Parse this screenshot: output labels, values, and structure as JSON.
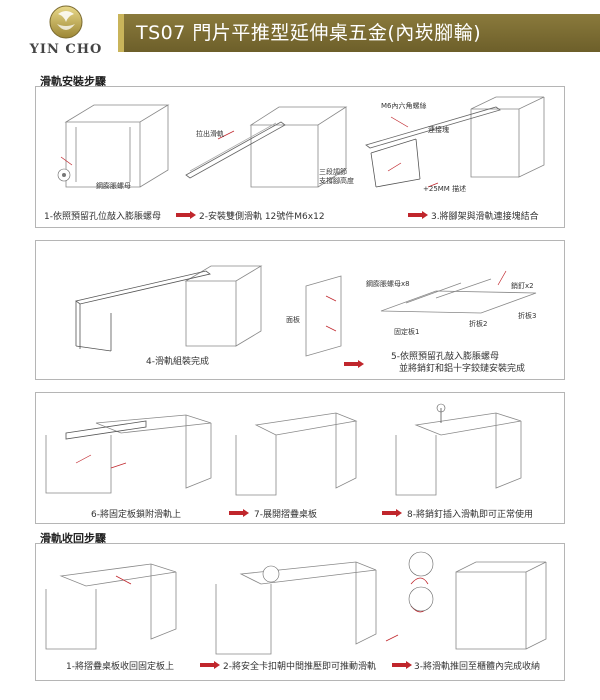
{
  "brand": {
    "name": "YIN CHO",
    "accent": "#7a6a30",
    "red": "#c0262c"
  },
  "header": {
    "title": "TS07 門片平推型延伸桌五金(內崁腳輪)"
  },
  "sections": {
    "install": "滑軌安裝步驟",
    "retract": "滑軌收回步驟"
  },
  "panel1": {
    "steps": [
      "1-依照預留孔位敲入膨脹螺母",
      "2-安裝雙側滑軌 12號件M6x12",
      "3.將腳架與滑軌連接塊結合"
    ],
    "labels": {
      "nut": "鋼膨脹螺母",
      "pull": "拉出滑軌",
      "m6": "M6內六角螺絲",
      "connector": "連接塊",
      "adjust1": "三段調節",
      "adjust2": "支撐腳高度",
      "plus25": "+25MM 描述"
    }
  },
  "panel2": {
    "steps": [
      "4-滑軌組裝完成",
      "5-依照預留孔敲入膨脹螺母",
      "並將銷釘和鋁十字鉸鏈安裝完成"
    ],
    "labels": {
      "nut8": "鋼膨脹螺母x8",
      "pin2": "銷釘x2",
      "face": "面板",
      "fixed1": "固定板1",
      "fold2": "折板2",
      "fold3": "折板3"
    }
  },
  "panel3": {
    "steps": [
      "6-將固定板鎖附滑軌上",
      "7-展開摺疊桌板",
      "8-將銷釘插入滑軌即可正常使用"
    ]
  },
  "panel4": {
    "steps": [
      "1-將摺疊桌板收回固定板上",
      "2-將安全卡扣朝中間推壓即可推動滑軌",
      "3-將滑軌推回至櫃體內完成收納"
    ]
  }
}
